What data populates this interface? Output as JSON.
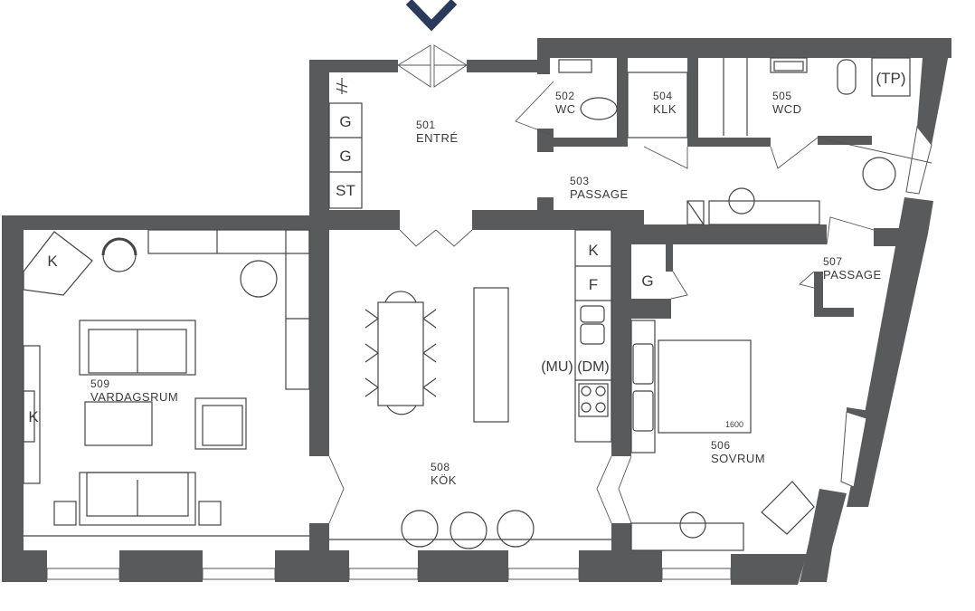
{
  "colors": {
    "wall": "#595a5c",
    "entrance_marker": "#2a3a5a"
  },
  "entrance_marker_icon": "chevron-down-icon",
  "rooms": [
    {
      "id": "501",
      "number": "501",
      "name": "ENTRÉ"
    },
    {
      "id": "502",
      "number": "502",
      "name": "WC"
    },
    {
      "id": "503",
      "number": "503",
      "name": "PASSAGE"
    },
    {
      "id": "504",
      "number": "504",
      "name": "KLK"
    },
    {
      "id": "505",
      "number": "505",
      "name": "WCD"
    },
    {
      "id": "506",
      "number": "506",
      "name": "SOVRUM"
    },
    {
      "id": "507",
      "number": "507",
      "name": "PASSAGE"
    },
    {
      "id": "508",
      "number": "508",
      "name": "KÖK"
    },
    {
      "id": "509",
      "number": "509",
      "name": "VARDAGSRUM"
    }
  ],
  "appliances": {
    "g1": "G",
    "g2": "G",
    "st": "ST",
    "tp": "(TP)",
    "k_kitchen": "K",
    "f_kitchen": "F",
    "mu": "(MU)",
    "dm": "(DM)",
    "g_bedroom": "G",
    "k_living1": "K",
    "k_living2": "K"
  },
  "bed_width": "1600"
}
